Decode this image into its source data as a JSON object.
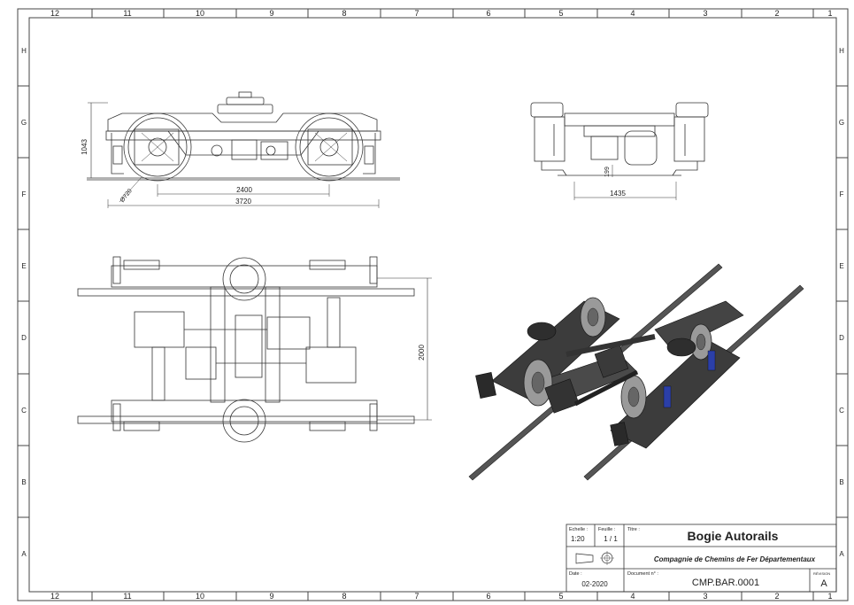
{
  "sheet": {
    "col_labels": [
      "12",
      "11",
      "10",
      "9",
      "8",
      "7",
      "6",
      "5",
      "4",
      "3",
      "2",
      "1"
    ],
    "row_labels": [
      "H",
      "G",
      "F",
      "E",
      "D",
      "C",
      "B",
      "A"
    ]
  },
  "views": {
    "side": {
      "dim_height": "1043",
      "dim_wheel": "Ø720",
      "dim_wheelbase": "2400",
      "dim_length": "3720"
    },
    "front": {
      "dim_199": "199",
      "dim_gauge": "1435"
    },
    "top": {
      "dim_width": "2000"
    }
  },
  "title_block": {
    "scale_label": "Echelle :",
    "scale_value": "1:20",
    "sheet_label": "Feuille :",
    "sheet_value": "1 / 1",
    "title_label": "Titre :",
    "title": "Bogie Autorails",
    "company": "Compagnie de Chemins de Fer Départementaux",
    "date_label": "Date :",
    "date_value": "02-2020",
    "doc_label": "Document n° :",
    "doc_value": "CMP.BAR.0001",
    "rev_label": "RÉVISION",
    "rev_value": "A"
  },
  "colors": {
    "line": "#333333",
    "accent_blue": "#2b3fa8",
    "body_dark": "#3a3a3a"
  }
}
